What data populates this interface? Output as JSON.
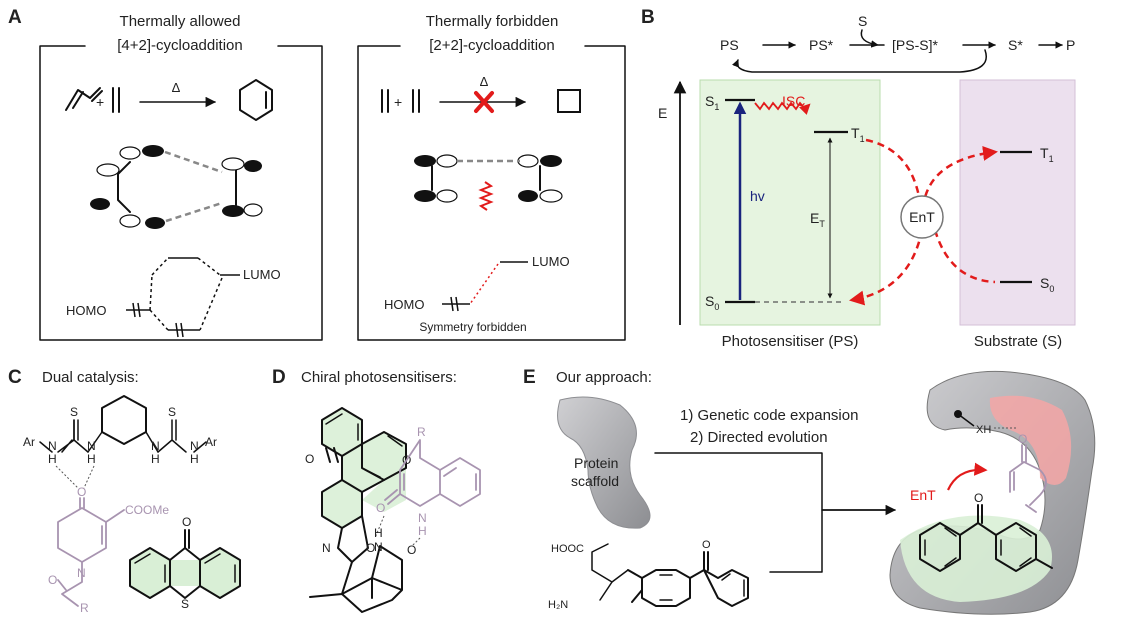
{
  "panels": {
    "a": {
      "letter": "A",
      "left_title_1": "Thermally allowed",
      "left_title_2": "[4+2]-cycloaddition",
      "right_title_1": "Thermally forbidden",
      "right_title_2": "[2+2]-cycloaddition",
      "plus": "+",
      "heat": "Δ",
      "homo": "HOMO",
      "lumo": "LUMO",
      "symmetry_note": "Symmetry forbidden"
    },
    "b": {
      "letter": "B",
      "scheme_ps": "PS",
      "scheme_ps_star": "PS*",
      "scheme_s": "S",
      "scheme_complex": "[PS-S]*",
      "scheme_s_star": "S*",
      "scheme_p": "P",
      "energy_axis": "E",
      "s1": "S",
      "s1_sub": "1",
      "isc": "ISC",
      "t1": "T",
      "t1_sub": "1",
      "hv": "hv",
      "et": "E",
      "et_sub": "T",
      "s0": "S",
      "s0_sub": "0",
      "ent": "EnT",
      "sub_t1": "T",
      "sub_t1_sub": "1",
      "sub_s0": "S",
      "sub_s0_sub": "0",
      "ps_label": "Photosensitiser (PS)",
      "substrate_label": "Substrate (S)"
    },
    "c": {
      "letter": "C",
      "title": "Dual catalysis:",
      "ar_left": "Ar",
      "ar_right": "Ar",
      "h1": "H",
      "n1": "N",
      "n2": "N",
      "h2": "H",
      "h3": "H",
      "n3": "N",
      "n4": "N",
      "h4": "H",
      "s_left": "S",
      "s_right": "S",
      "o_ketone": "O",
      "coome": "COOMe",
      "n_ring": "N",
      "o_acyl": "O",
      "r": "R",
      "o_thiox": "O",
      "s_thiox": "S"
    },
    "d": {
      "letter": "D",
      "title": "Chiral photosensitisers:",
      "o_ketone": "O",
      "o_ring": "O",
      "n_ox": "N",
      "o_ox": "O",
      "r": "R",
      "o_quin": "O",
      "nh_quin": "N",
      "h_quin": "H",
      "h_lactam": "H",
      "n_lactam": "N",
      "o_lactam": "O"
    },
    "e": {
      "letter": "E",
      "title": "Our approach:",
      "step1": "1) Genetic code expansion",
      "step2": "2) Directed evolution",
      "protein1": "Protein",
      "protein2": "scaffold",
      "hooc": "HOOC",
      "h2n": "H₂N",
      "xh": "XH",
      "o_sub": "O",
      "ent": "EnT",
      "o_bp": "O"
    }
  },
  "colors": {
    "ps_box": "#e6f4e0",
    "substrate_box": "#ece0ee",
    "red_arrow": "#e21b1b",
    "hv_arrow": "#1a237e",
    "purple_substrate": "#a894b0",
    "thioxanthone_green": "#d9efd6"
  }
}
